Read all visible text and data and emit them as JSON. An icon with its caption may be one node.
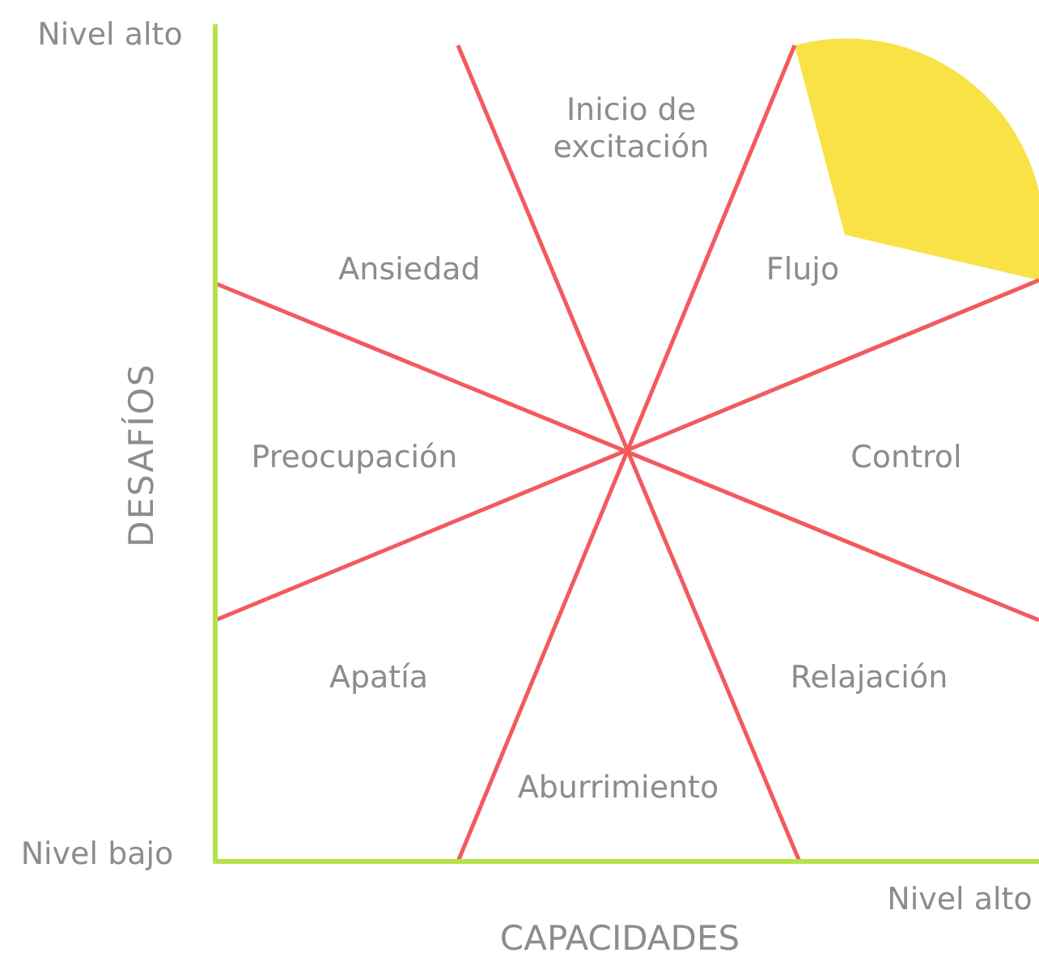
{
  "diagram": {
    "labels": [
      "Nivel alto",
      "Inicio de excitación",
      "Ansiedad",
      "Flujo",
      "DESAFÍOS",
      "Preocupación",
      "Control",
      "Apatía",
      "Relajación",
      "Aburrimiento",
      "Nivel bajo",
      "Nivel alto",
      "CAPACIDADES"
    ]
  }
}
